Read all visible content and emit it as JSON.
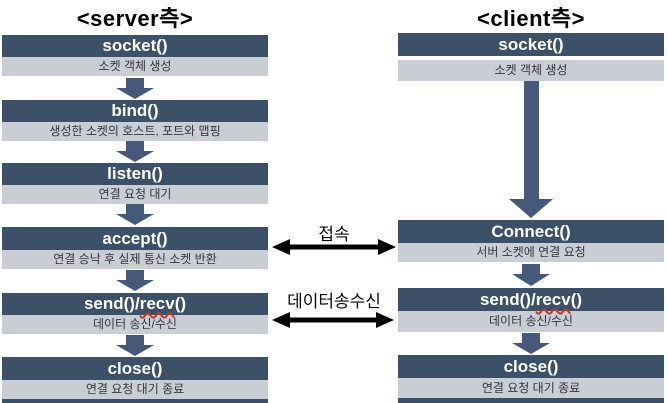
{
  "diagram": {
    "server": {
      "title": "<server측>",
      "steps": [
        {
          "func": "socket()",
          "desc": "소켓 객체 생성"
        },
        {
          "func": "bind()",
          "desc": "생성한 소켓의 호스트, 포트와 맵핑"
        },
        {
          "func": "listen()",
          "desc": "연결 요청 대기"
        },
        {
          "func": "accept()",
          "desc": "연결 승낙 후 실제 통신 소켓 반환"
        },
        {
          "func_pre": "send()/",
          "func_err": "recv",
          "func_post": "()",
          "desc": "데이터 송신/수신"
        },
        {
          "func": "close()",
          "desc": "연결 요청 대기 종료"
        }
      ]
    },
    "client": {
      "title": "<client측>",
      "steps": [
        {
          "func": "socket()",
          "desc": "소켓 객체 생성"
        },
        {
          "func": "Connect()",
          "desc": "서버 소켓에 연결 요청"
        },
        {
          "func_pre": "send()/",
          "func_err": "recv",
          "func_post": "()",
          "desc": "데이터 송신/수신"
        },
        {
          "func": "close()",
          "desc": "연결 요청 대기 종료"
        }
      ]
    },
    "connections": [
      {
        "label": "접속"
      },
      {
        "label": "데이터송수신"
      }
    ],
    "colors": {
      "box_header": "#3C5168",
      "box_body": "#C9CED5",
      "flow_arrow": "#46597A",
      "connection_arrow": "#000000",
      "spellcheck_underline": "#C0392B"
    }
  }
}
